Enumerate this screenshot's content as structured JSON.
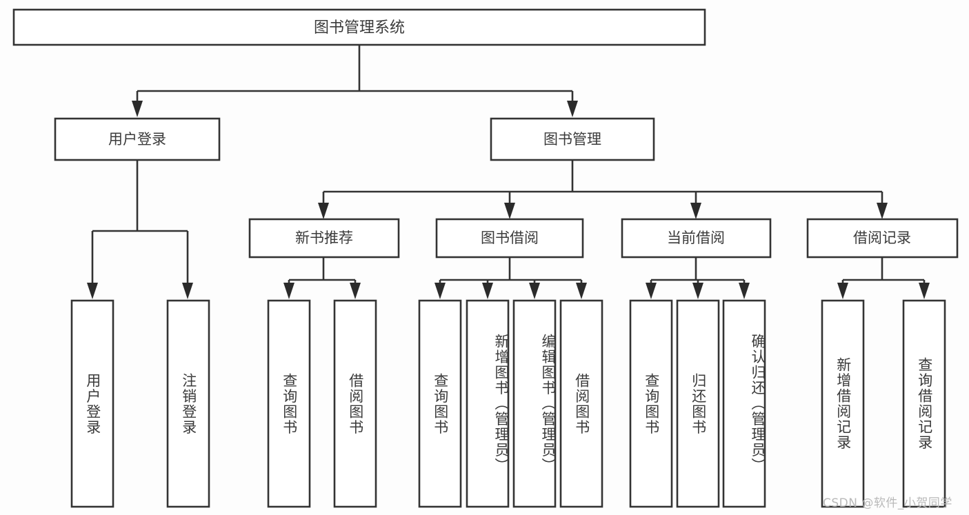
{
  "diagram": {
    "title": "图书管理系统",
    "type": "tree",
    "watermark": "CSDN @软件_小贺同学",
    "colors": {
      "stroke": "#333333",
      "arrow": "#2b2b2b",
      "box_fill": "#ffffff",
      "text": "#3a3a3a",
      "background": "#fdfdfd",
      "watermark": "#b9b9b9"
    },
    "root": {
      "label": "图书管理系统"
    },
    "level1": [
      {
        "label": "用户登录"
      },
      {
        "label": "图书管理"
      }
    ],
    "level2": [
      {
        "label": "新书推荐"
      },
      {
        "label": "图书借阅"
      },
      {
        "label": "当前借阅"
      },
      {
        "label": "借阅记录"
      }
    ],
    "leaves": {
      "user_login": [
        {
          "label": "用户登录"
        },
        {
          "label": "注销登录"
        }
      ],
      "new_book": [
        {
          "label": "查询图书"
        },
        {
          "label": "借阅图书"
        }
      ],
      "book_borrow": [
        {
          "label": "查询图书"
        },
        {
          "label": "新增图书（管理员）"
        },
        {
          "label": "编辑图书（管理员）"
        },
        {
          "label": "借阅图书"
        }
      ],
      "current_borrow": [
        {
          "label": "查询图书"
        },
        {
          "label": "归还图书"
        },
        {
          "label": "确认归还（管理员）"
        }
      ],
      "borrow_record": [
        {
          "label": "新增借阅记录"
        },
        {
          "label": "查询借阅记录"
        }
      ]
    }
  }
}
